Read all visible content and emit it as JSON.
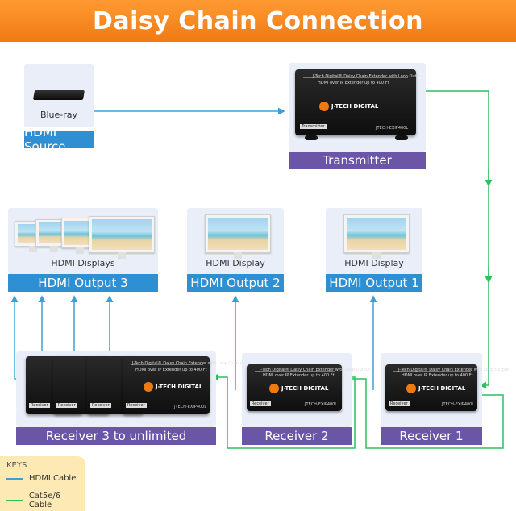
{
  "title": "Daisy Chain Connection",
  "source": {
    "caption": "Blue-ray",
    "label": "HDMI Source"
  },
  "transmitter": {
    "label": "Transmitter",
    "line1": "J-Tech Digital® Daisy Chain Extender with Loop Output",
    "line2": "HDMI over IP Extender up to 400 Ft",
    "brand": "J-TECH DIGITAL",
    "model": "JTECH-EXIP400L",
    "tag": "Transmitter"
  },
  "outputs": [
    {
      "caption": "HDMI Displays",
      "label": "HDMI Output 3"
    },
    {
      "caption": "HDMI Display",
      "label": "HDMI Output 2"
    },
    {
      "caption": "HDMI Display",
      "label": "HDMI Output 1"
    }
  ],
  "receivers": [
    {
      "label": "Receiver 3 to unlimited",
      "model": "JTECH-EXIP400L",
      "tag": "Receiver"
    },
    {
      "label": "Receiver 2",
      "model": "JTECH-EXIP400L",
      "tag": "Receiver"
    },
    {
      "label": "Receiver 1",
      "model": "JTECH-EXIP400L",
      "tag": "Receiver"
    }
  ],
  "device_text": {
    "line1": "J-Tech Digital® Daisy Chain Extender with Loop Output",
    "line2": "HDMI over IP Extender up to 400 Ft",
    "brand": "J-TECH DIGITAL"
  },
  "keys": {
    "title": "KEYS",
    "items": [
      {
        "label": "HDMI Cable",
        "color": "#3aa0d8"
      },
      {
        "label": "Cat5e/6 Cable",
        "color": "#2fbf5f"
      }
    ]
  },
  "colors": {
    "hdmi": "#3aa0d8",
    "cat": "#2fbf5f",
    "banner": "#f28a1f",
    "label_blue": "#2f8fd3",
    "label_purple": "#6a55a6"
  }
}
